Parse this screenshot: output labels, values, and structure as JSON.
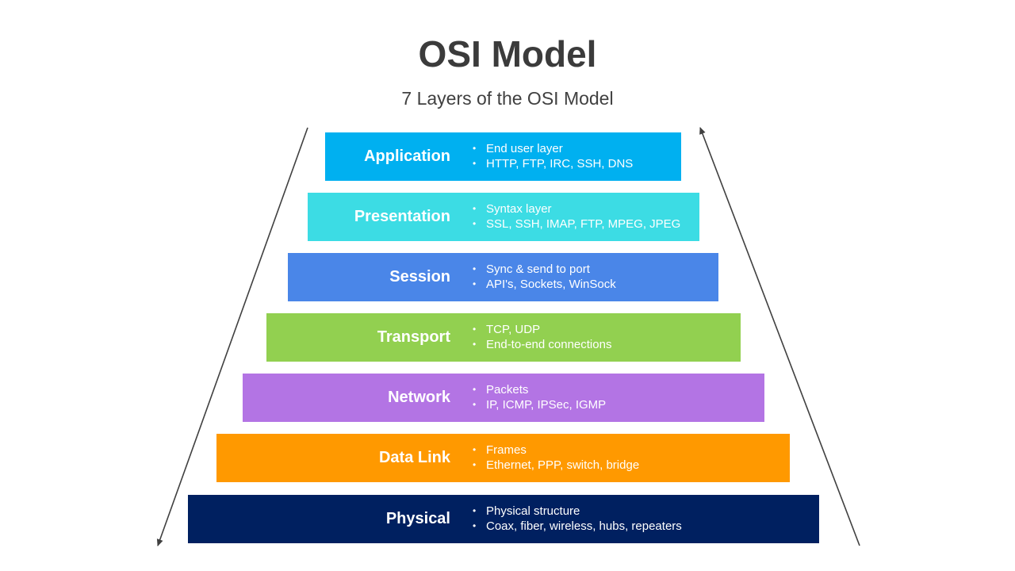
{
  "title": "OSI Model",
  "subtitle": "7 Layers of the OSI Model",
  "layers": [
    {
      "name": "Application",
      "color": "#00b0f0",
      "points": [
        "End user layer",
        "HTTP, FTP, IRC, SSH, DNS"
      ]
    },
    {
      "name": "Presentation",
      "color": "#3cdce4",
      "points": [
        "Syntax layer",
        "SSL, SSH, IMAP, FTP, MPEG, JPEG"
      ]
    },
    {
      "name": "Session",
      "color": "#4a86e8",
      "points": [
        "Sync & send to port",
        "API's, Sockets, WinSock"
      ]
    },
    {
      "name": "Transport",
      "color": "#92d050",
      "points": [
        "TCP, UDP",
        "End-to-end connections"
      ]
    },
    {
      "name": "Network",
      "color": "#b374e4",
      "points": [
        "Packets",
        "IP, ICMP, IPSec, IGMP"
      ]
    },
    {
      "name": "Data Link",
      "color": "#ff9900",
      "points": [
        "Frames",
        "Ethernet, PPP, switch, bridge"
      ]
    },
    {
      "name": "Physical",
      "color": "#002060",
      "points": [
        "Physical structure",
        "Coax, fiber, wireless, hubs, repeaters"
      ]
    }
  ],
  "arrows": {
    "left_direction": "down",
    "right_direction": "up",
    "color": "#404040"
  }
}
